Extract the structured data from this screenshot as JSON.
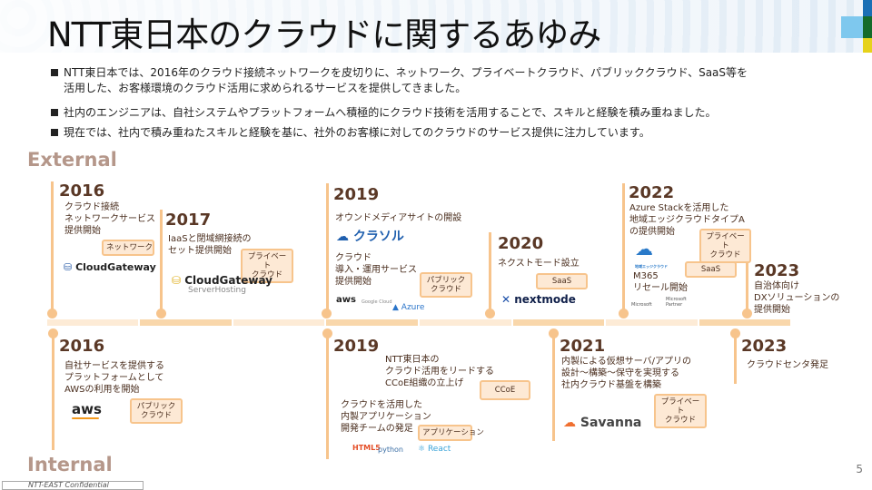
{
  "title": "NTT東日本のクラウドに関するあゆみ",
  "bullets": [
    "NTT東日本では、2016年のクラウド接続ネットワークを皮切りに、ネットワーク、プライベートクラウド、パブリッククラウド、SaaS等を",
    "活用した、お客様環境のクラウド活用に求められるサービスを提供してきました。",
    "社内のエンジニアは、自社システムやプラットフォームへ積極的にクラウド技術を活用することで、スキルと経験を積み重ねました。",
    "現在では、社内で積み重ねたスキルと経験を基に、社外のお客様に対してのクラウドのサービス提供に注力しています。"
  ],
  "sections": {
    "external": "External",
    "internal": "Internal"
  },
  "external": [
    {
      "year": "2016",
      "text": [
        "クラウド接続",
        "ネットワークサービス",
        "提供開始"
      ],
      "tag": "ネットワーク",
      "logo": "CloudGateway"
    },
    {
      "year": "2017",
      "text": [
        "IaaSと閉域網接続の",
        "セット提供開始"
      ],
      "tag": "プライベート\nクラウド",
      "logo": "CloudGateway",
      "logo_sub": "ServerHosting"
    },
    {
      "year": "2019",
      "text": [
        "オウンドメディアサイトの開設"
      ],
      "logo": "クラソル",
      "text2": [
        "クラウド",
        "導入・運用サービス",
        "提供開始"
      ],
      "tag": "パブリック\nクラウド",
      "logos": [
        "aws",
        "Google Cloud",
        "Azure"
      ]
    },
    {
      "year": "2020",
      "text": [
        "ネクストモード設立"
      ],
      "tag": "SaaS",
      "logo": "nextmode"
    },
    {
      "year": "2022",
      "text": [
        "Azure Stackを活用した",
        "地域エッジクラウドタイプA",
        "の提供開始"
      ],
      "tag": "プライベート\nクラウド",
      "logo": "地域エッジクラウド",
      "text2": [
        "M365",
        "リセール開始"
      ],
      "tag2": "SaaS",
      "logos": [
        "Microsoft",
        "Microsoft Partner"
      ]
    },
    {
      "year": "2023",
      "text": [
        "自治体向け",
        "DXソリューションの",
        "提供開始"
      ]
    }
  ],
  "internal": [
    {
      "year": "2016",
      "text": [
        "自社サービスを提供する",
        "プラットフォームとして",
        "AWSの利用を開始"
      ],
      "tag": "パブリック\nクラウド",
      "logo": "aws"
    },
    {
      "year": "2019",
      "text": [
        "NTT東日本の",
        "クラウド活用をリードする",
        "CCoE組織の立上げ"
      ],
      "tag": "CCoE",
      "text2": [
        "クラウドを活用した",
        "内製アプリケーション",
        "開発チームの発足"
      ],
      "tag2": "アプリケーション",
      "logos": [
        "HTML5",
        "python",
        "React"
      ]
    },
    {
      "year": "2021",
      "text": [
        "内製による仮想サーバ/アプリの",
        "設計～構築～保守を実現する",
        "社内クラウド基盤を構築"
      ],
      "tag": "プライベート\nクラウド",
      "logo": "Savanna"
    },
    {
      "year": "2023",
      "text": [
        "クラウドセンタ発足"
      ]
    }
  ],
  "page_number": "5",
  "confidential": "NTT-EAST Confidential",
  "colors": {
    "accent": "#f7c48c",
    "tag_bg": "#fde9d5",
    "year": "#5a3826",
    "section": "#b5978a"
  }
}
